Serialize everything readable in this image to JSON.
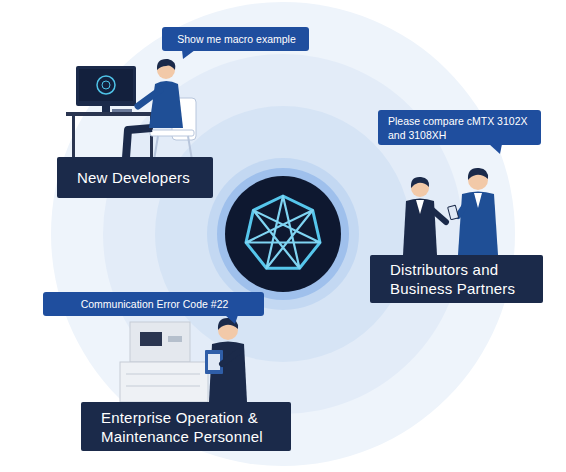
{
  "diagram": {
    "nodes": [
      {
        "text": [
          "Show me macro example"
        ]
      },
      {
        "text": [
          "New Developers"
        ]
      },
      {
        "text": [
          "Please compare cMTX 3102X and 3108XH"
        ]
      },
      {
        "text": [
          "Distributors and Business Partners"
        ]
      },
      {
        "text": [
          "Communication Error Code #22"
        ]
      },
      {
        "text": [
          "Enterprise Operation & Maintenance Personnel"
        ]
      }
    ]
  }
}
